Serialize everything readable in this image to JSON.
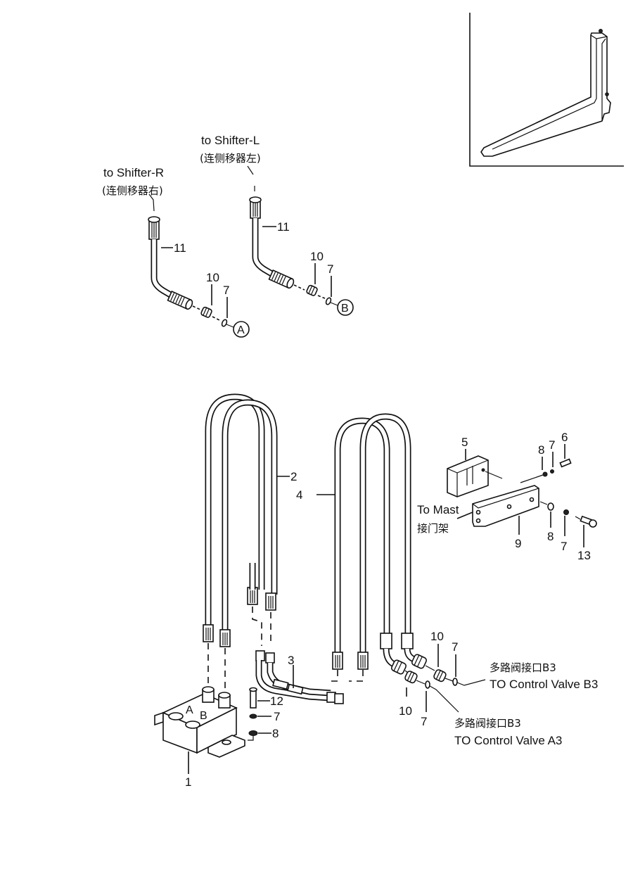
{
  "title": "Side shifter hydraulic hose assembly - exploded parts diagram",
  "inset": {
    "subject": "fork"
  },
  "top_left": {
    "shifter_r": {
      "en": "to Shifter-R",
      "cn": "(连侧移器右)"
    },
    "shifter_l": {
      "en": "to Shifter-L",
      "cn": "(连侧移器左)"
    },
    "connector_a": "A",
    "connector_b": "B"
  },
  "valve_block": {
    "port_a": "A",
    "port_b": "B"
  },
  "mast": {
    "en": "To Mast",
    "cn": "接门架"
  },
  "control_valve_b3": {
    "cn": "多路阀接口B3",
    "en": "TO  Control Valve B3"
  },
  "control_valve_a3": {
    "cn": "多路阀接口B3",
    "en": "TO  Control Valve A3"
  },
  "callouts": {
    "r_hose": "11",
    "r_fitting": "10",
    "r_oring": "7",
    "l_hose": "11",
    "l_fitting": "10",
    "l_oring": "7",
    "block": "1",
    "hose_2": "2",
    "tube_3": "3",
    "hose_4": "4",
    "clamp": "5",
    "bolt_6": "6",
    "washer_7a": "7",
    "washer_8a": "8",
    "washer_8b": "8",
    "washer_7b": "7",
    "bracket": "9",
    "bolt_13": "13",
    "bolt_12": "12",
    "washer_7c": "7",
    "washer_8c": "8",
    "cv_fitting_b": "10",
    "cv_oring_b": "7",
    "cv_fitting_a": "10",
    "cv_oring_a": "7"
  }
}
